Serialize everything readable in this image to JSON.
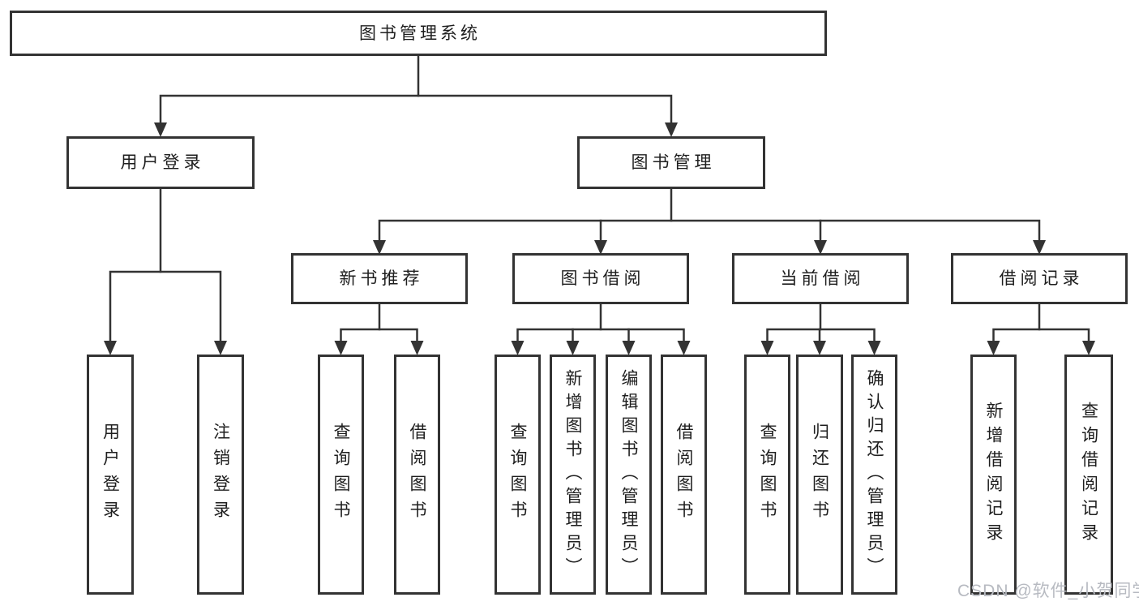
{
  "diagram": {
    "root": "图书管理系统",
    "login_branch": {
      "label": "用户登录",
      "children": [
        "用户登录",
        "注销登录"
      ]
    },
    "mgmt_branch": {
      "label": "图书管理",
      "groups": [
        {
          "label": "新书推荐",
          "children": [
            "查询图书",
            "借阅图书"
          ]
        },
        {
          "label": "图书借阅",
          "children": [
            "查询图书",
            "新增图书（管理员）",
            "编辑图书（管理员）",
            "借阅图书"
          ]
        },
        {
          "label": "当前借阅",
          "children": [
            "查询图书",
            "归还图书",
            "确认归还（管理员）"
          ]
        },
        {
          "label": "借阅记录",
          "children": [
            "新增借阅记录",
            "查询借阅记录"
          ]
        }
      ]
    }
  },
  "watermark": "CSDN @软件_小贺同学",
  "colors": {
    "line": "#333333",
    "box_border": "#333333",
    "text": "#1e1e1e",
    "background": "#ffffff",
    "watermark": "#b7bac1"
  }
}
